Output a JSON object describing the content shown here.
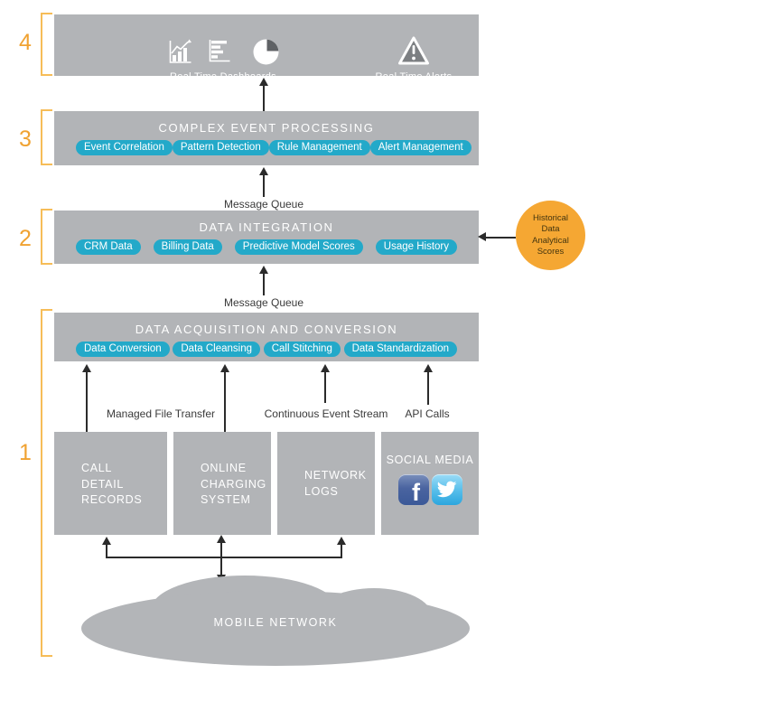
{
  "colors": {
    "band_gray": "#b2b4b7",
    "badge_cyan": "#23a9c9",
    "number_orange": "#f0a231",
    "bracket_orange": "#f6bd58",
    "circle_orange": "#f5a733",
    "arrow_dark": "#2b2b2b",
    "facebook_blue": "#3b5998",
    "twitter_blue": "#2ba6de"
  },
  "sections": {
    "dashboards": {
      "number": "4",
      "dashboards_label": "Real Time Dashboards",
      "alerts_label": "Real Time Alerts",
      "icons": [
        "combo-chart-icon",
        "hbar-chart-icon",
        "pie-chart-icon",
        "warning-triangle-icon"
      ]
    },
    "cep": {
      "number": "3",
      "title": "COMPLEX EVENT PROCESSING",
      "badges": [
        "Event Correlation",
        "Pattern Detection",
        "Rule Management",
        "Alert Management"
      ]
    },
    "integration": {
      "number": "2",
      "title": "DATA INTEGRATION",
      "badges": [
        "CRM Data",
        "Billing Data",
        "Predictive Model Scores",
        "Usage History"
      ]
    },
    "acquisition": {
      "number": "1",
      "title": "DATA ACQUISITION AND CONVERSION",
      "badges": [
        "Data Conversion",
        "Data Cleansing",
        "Call Stitching",
        "Data Standardization"
      ]
    }
  },
  "labels": {
    "message_queue_upper": "Message Queue",
    "message_queue_lower": "Message Queue",
    "managed_file_transfer": "Managed File Transfer",
    "continuous_event_stream": "Continuous Event Stream",
    "api_calls": "API Calls"
  },
  "historical_scores": {
    "lines": [
      "Historical",
      "Data",
      "Analytical",
      "Scores"
    ]
  },
  "sources": {
    "cdr": "CALL DETAIL RECORDS",
    "ocs": "ONLINE CHARGING SYSTEM",
    "network_logs": "NETWORK LOGS",
    "social_media": "SOCIAL MEDIA",
    "facebook_letter": "f"
  },
  "cloud_label": "MOBILE NETWORK"
}
